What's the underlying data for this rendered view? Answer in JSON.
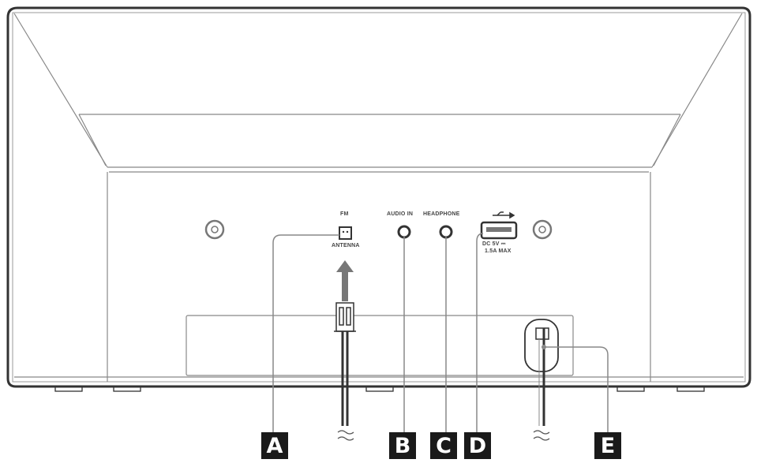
{
  "diagram": {
    "subject": "Rear panel of audio unit",
    "ports": {
      "fm_top": "FM",
      "fm_bottom": "ANTENNA",
      "audio_in": "AUDIO IN",
      "headphone": "HEADPHONE",
      "usb_line1": "DC 5V ⎓",
      "usb_line2": "1.5A MAX",
      "usb_icon": "usb-icon"
    },
    "callouts": [
      {
        "letter": "A",
        "target": "FM antenna terminal"
      },
      {
        "letter": "B",
        "target": "AUDIO IN jack"
      },
      {
        "letter": "C",
        "target": "HEADPHONE jack"
      },
      {
        "letter": "D",
        "target": "USB port"
      },
      {
        "letter": "E",
        "target": "Power cord"
      }
    ],
    "colors": {
      "outline": "#333333",
      "thin_line": "#888888",
      "callout_bg": "#1a1a1a",
      "callout_text": "#ffffff",
      "arrow": "#777777"
    }
  }
}
